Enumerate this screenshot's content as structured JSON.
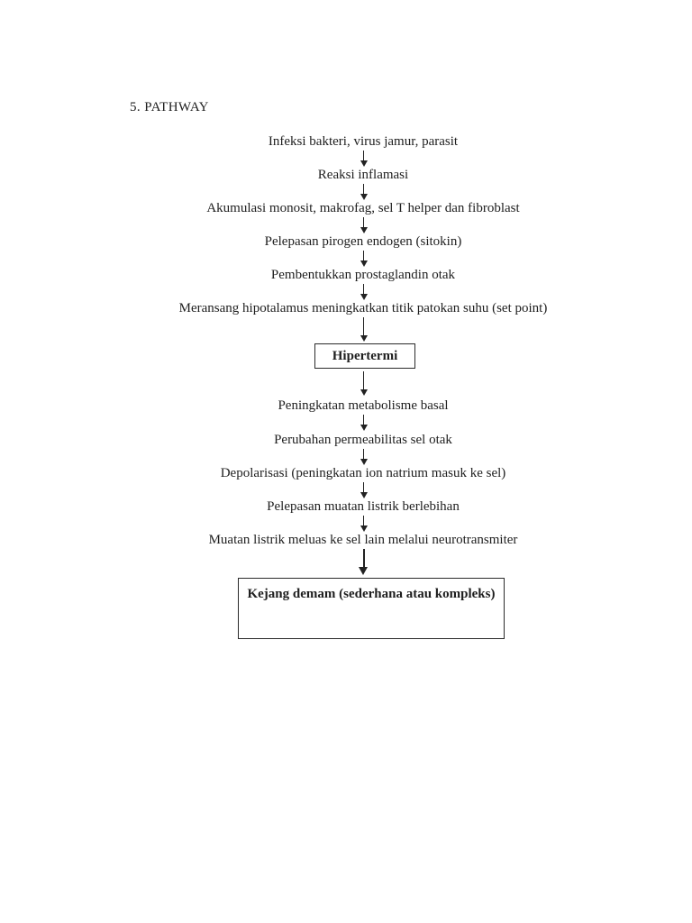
{
  "document": {
    "heading": "5. PATHWAY"
  },
  "flow": {
    "steps": [
      {
        "label": "Infeksi bakteri, virus jamur, parasit",
        "type": "text"
      },
      {
        "label": "Reaksi inflamasi",
        "type": "text"
      },
      {
        "label": "Akumulasi monosit, makrofag, sel T helper dan fibroblast",
        "type": "text"
      },
      {
        "label": "Pelepasan pirogen endogen (sitokin)",
        "type": "text"
      },
      {
        "label": "Pembentukkan prostaglandin otak",
        "type": "text"
      },
      {
        "label": "Meransang hipotalamus meningkatkan titik patokan suhu (set point)",
        "type": "text"
      },
      {
        "label": "Hipertermi",
        "type": "box"
      },
      {
        "label": "Peningkatan metabolisme basal",
        "type": "text"
      },
      {
        "label": "Perubahan permeabilitas sel otak",
        "type": "text"
      },
      {
        "label": "Depolarisasi (peningkatan ion natrium masuk ke sel)",
        "type": "text"
      },
      {
        "label": "Pelepasan muatan listrik berlebihan",
        "type": "text"
      },
      {
        "label": "Muatan listrik meluas ke sel lain melalui neurotransmiter",
        "type": "text"
      },
      {
        "label": "Kejang demam (sederhana atau kompleks)",
        "type": "box"
      }
    ],
    "colors": {
      "ink": "#1e1e1e",
      "box_border": "#2a2a2a",
      "page_background": "#ffffff"
    }
  }
}
